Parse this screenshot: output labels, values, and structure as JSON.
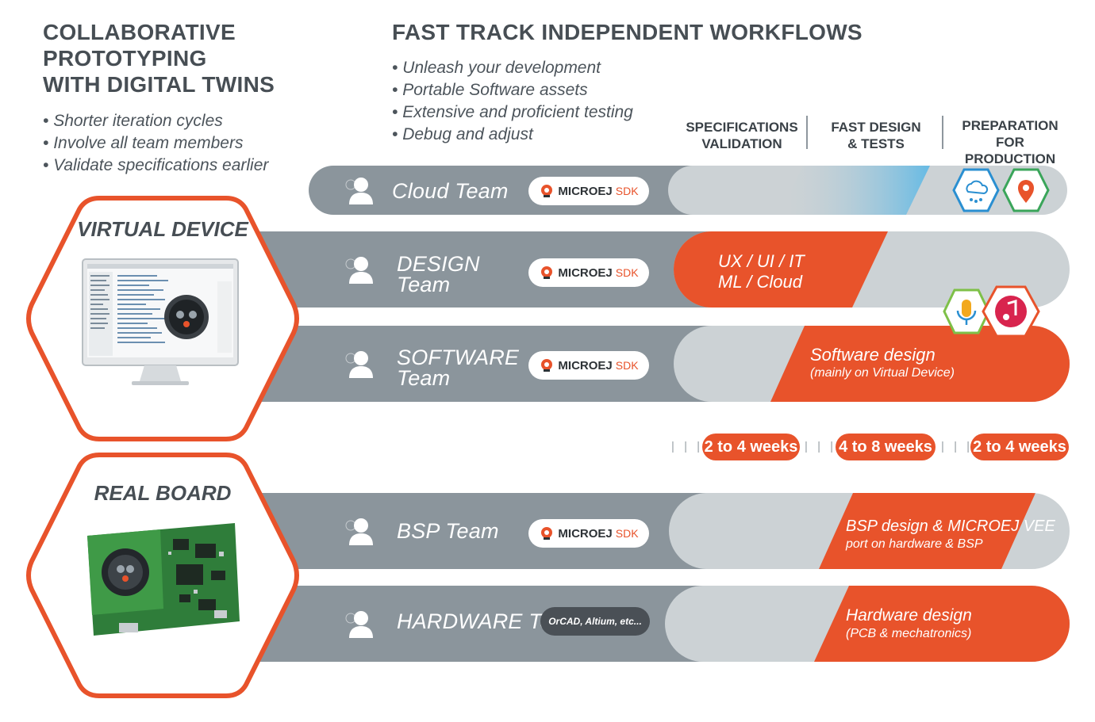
{
  "left": {
    "heading_lines": [
      "COLLABORATIVE",
      "PROTOTYPING",
      "WITH DIGITAL TWINS"
    ],
    "bullets": [
      "Shorter iteration cycles",
      "Involve all team members",
      "Validate specifications earlier"
    ]
  },
  "right": {
    "heading": "FAST TRACK INDEPENDENT WORKFLOWS",
    "bullets": [
      "Unleash your development",
      "Portable Software assets",
      "Extensive and proficient testing",
      "Debug and adjust"
    ]
  },
  "phases": [
    {
      "line1": "SPECIFICATIONS",
      "line2": "VALIDATION"
    },
    {
      "line1": "FAST DESIGN",
      "line2": "& TESTS"
    },
    {
      "line1": "PREPARATION",
      "line2": "FOR PRODUCTION"
    }
  ],
  "hexagons": {
    "virtual": "VIRTUAL DEVICE",
    "real": "REAL BOARD"
  },
  "badges": {
    "brand": "MICROEJ",
    "sdk": "SDK",
    "tools": "OrCAD, Altium, etc..."
  },
  "teams": {
    "cloud": {
      "line1": "Cloud Team"
    },
    "design": {
      "line1": "DESIGN",
      "line2": "Team",
      "task_line1": "UX / UI / IT",
      "task_line2": "ML / Cloud"
    },
    "software": {
      "line1": "SOFTWARE",
      "line2": "Team",
      "task_line1": "Software design",
      "task_line2": "(mainly on Virtual Device)"
    },
    "bsp": {
      "line1": "BSP Team",
      "task_line1": "BSP design & MICROEJ VEE",
      "task_line2": "port on hardware & BSP"
    },
    "hardware": {
      "line1": "HARDWARE Team",
      "task_line1": "Hardware design",
      "task_line2": "(PCB & mechatronics)"
    }
  },
  "durations": [
    "2 to 4 weeks",
    "4 to 8 weeks",
    "2 to 4 weeks"
  ],
  "ticks": "| | |",
  "icons": [
    "cloud-network-icon",
    "location-pin-icon",
    "microphone-icon",
    "music-note-icon",
    "person-icon",
    "computer-monitor-icon",
    "circuit-board-icon"
  ],
  "colors": {
    "accent": "#e8532b",
    "lane_dark": "#8b959c",
    "lane_light": "#ccd2d5",
    "text_dark": "#474e54",
    "cloud_blue": "#5bb8e6"
  }
}
